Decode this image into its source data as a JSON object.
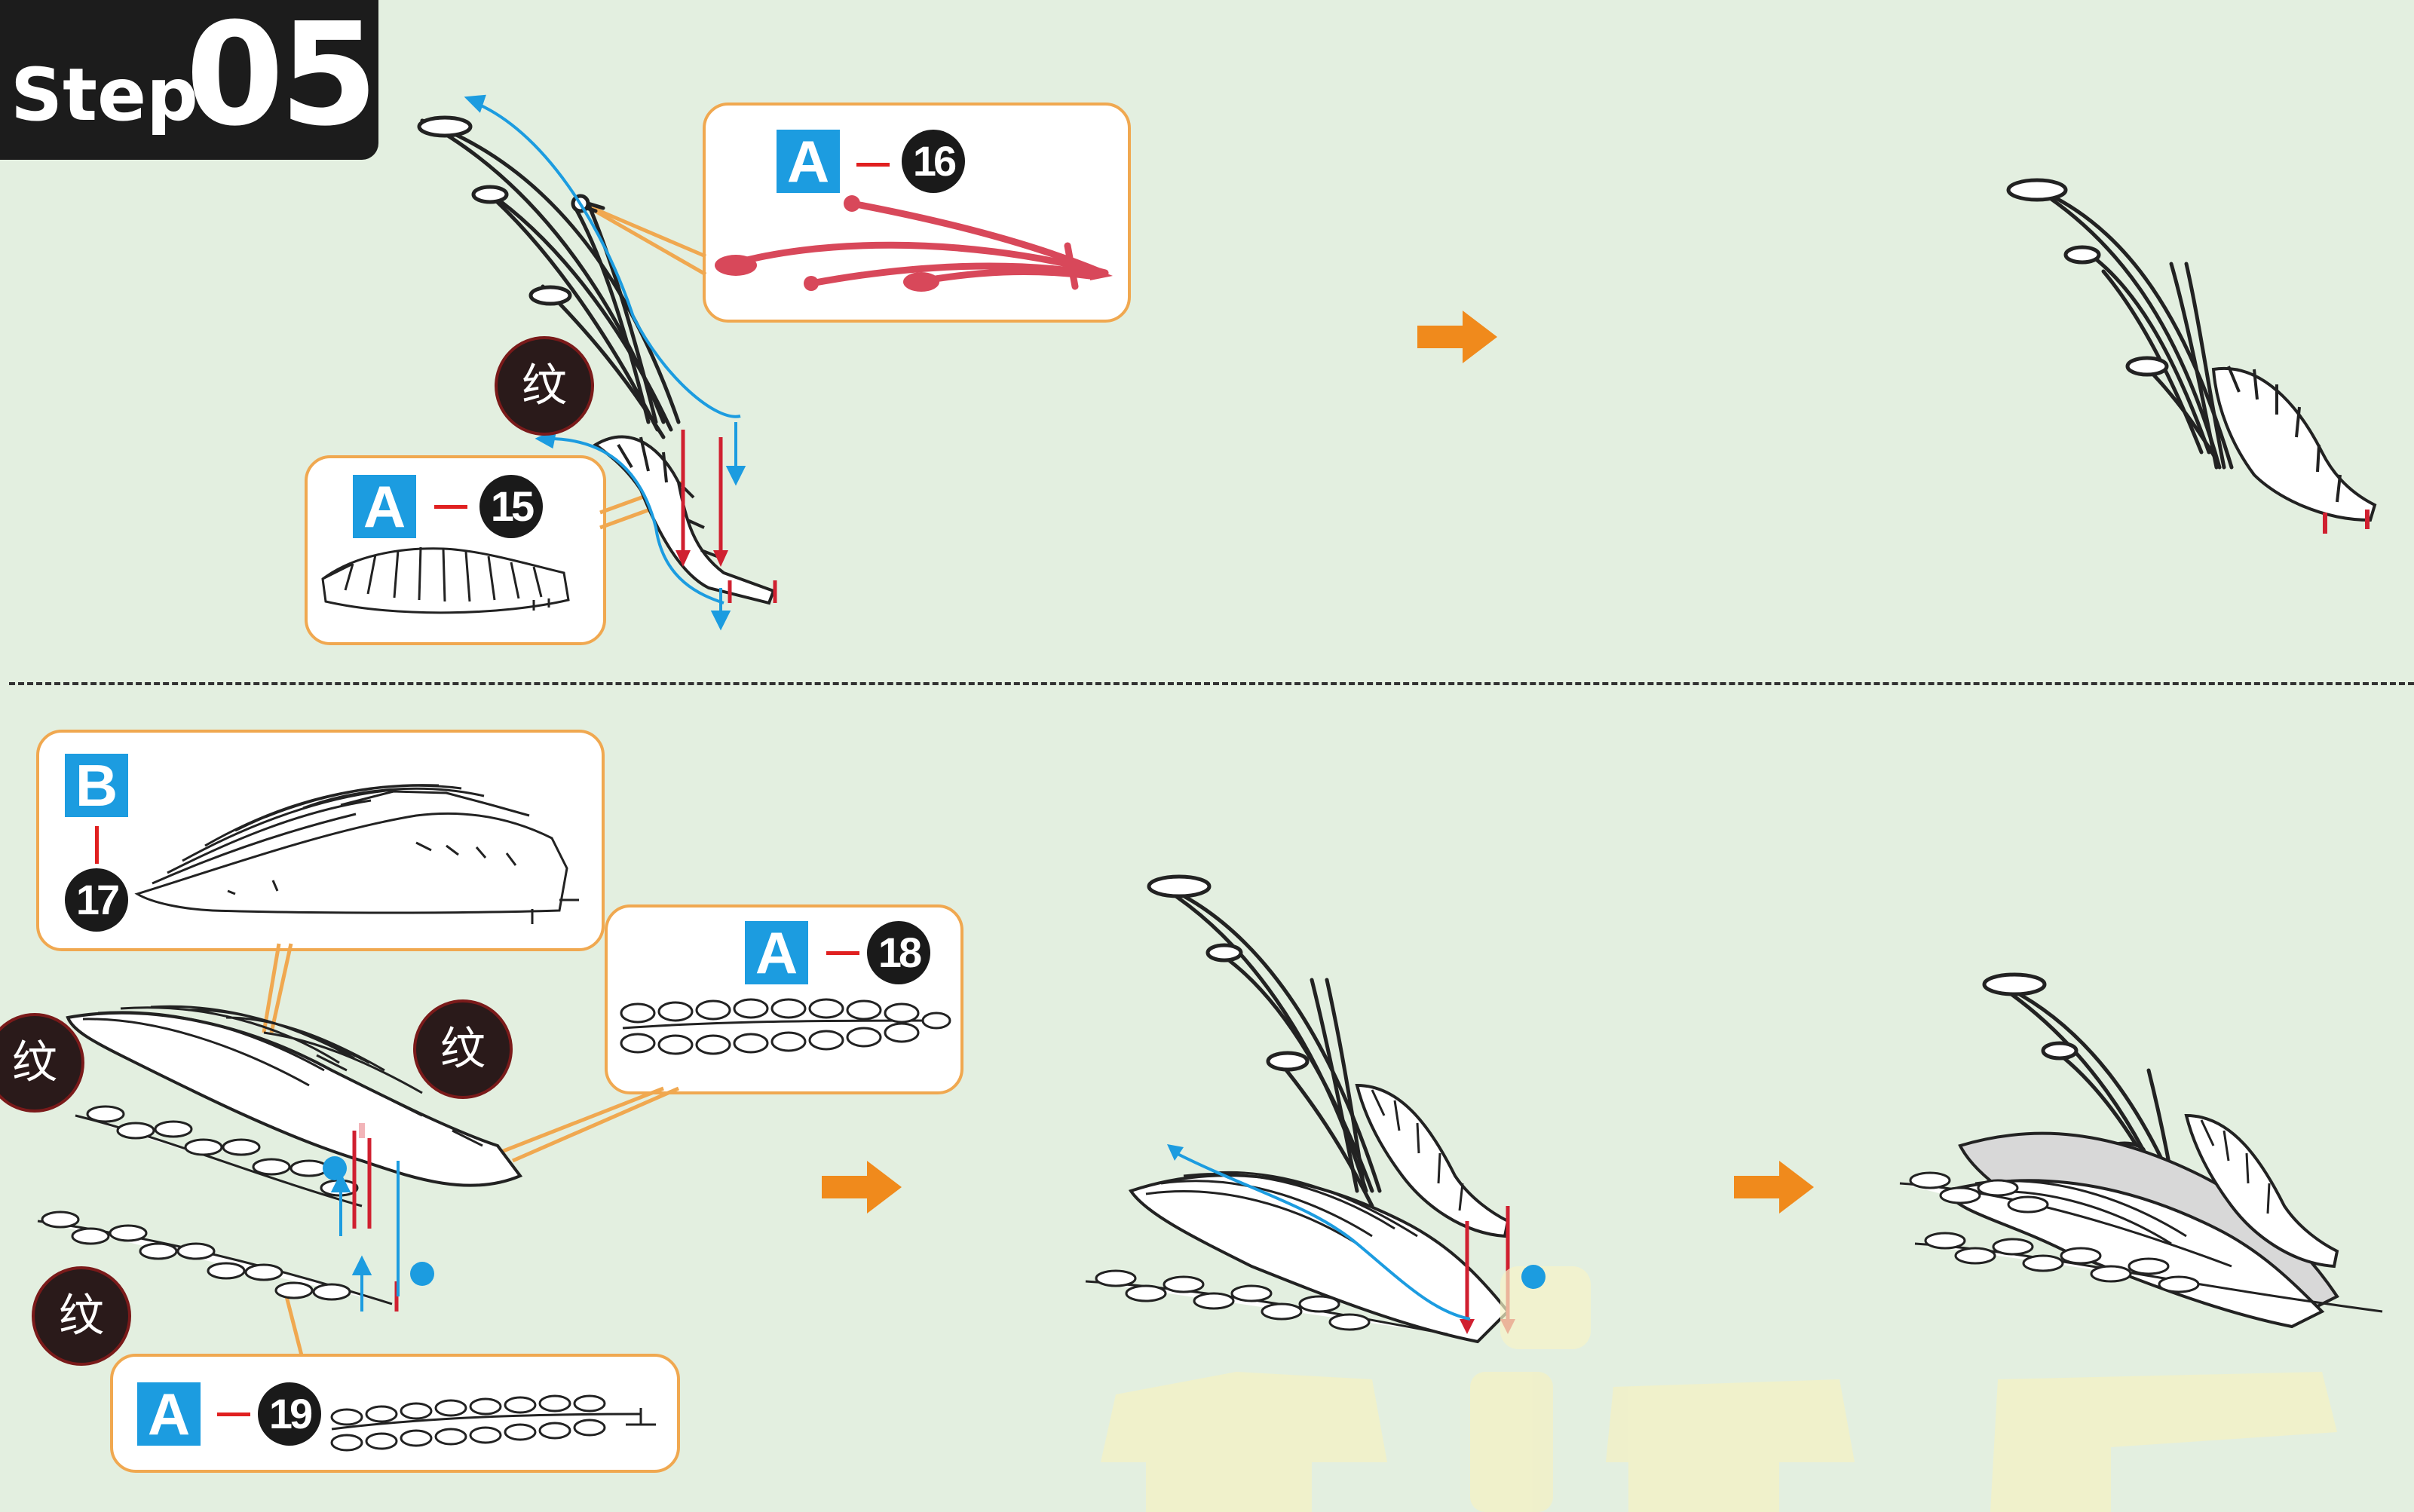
{
  "step": {
    "word": "Step",
    "number": "05"
  },
  "mark_glyph": "纹",
  "parts": {
    "a16": {
      "sheet": "A",
      "number": "16"
    },
    "a15": {
      "sheet": "A",
      "number": "15"
    },
    "b17": {
      "sheet": "B",
      "number": "17"
    },
    "a18": {
      "sheet": "A",
      "number": "18"
    },
    "a19": {
      "sheet": "A",
      "number": "19"
    }
  },
  "colors": {
    "background": "#e3efe0",
    "callout_border": "#f0a850",
    "sheet_badge": "#1c9ce0",
    "arrow": "#f08a1c",
    "fold_line_blue": "#1c9ce0",
    "insert_red": "#d02030",
    "highlight_part": "#d8485a"
  },
  "icons": [
    "next-arrow-icon",
    "fold-arrow-icon",
    "insert-arrow-icon",
    "texture-mark-icon"
  ]
}
